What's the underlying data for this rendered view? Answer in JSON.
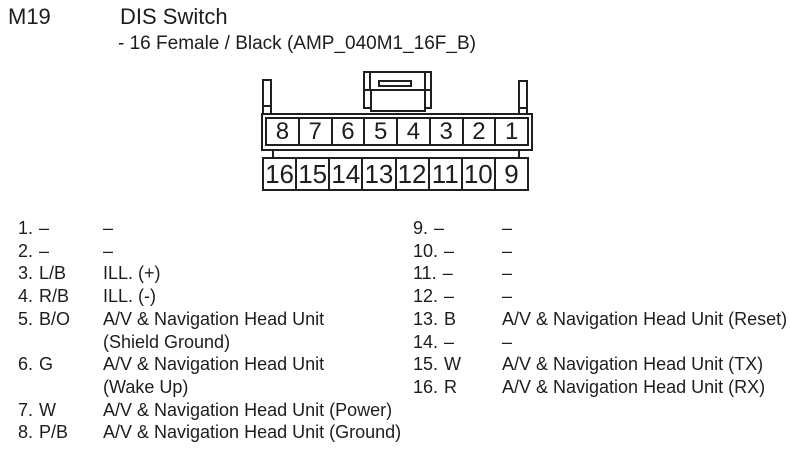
{
  "header": {
    "id": "M19",
    "title": "DIS Switch",
    "subtitle": "- 16 Female / Black (AMP_040M1_16F_B)"
  },
  "colors": {
    "ink": "#1f1f1f",
    "background": "#ffffff"
  },
  "connector": {
    "type": "16 pin female connector, two rows",
    "top_row": [
      "8",
      "7",
      "6",
      "5",
      "4",
      "3",
      "2",
      "1"
    ],
    "bottom_row": [
      "16",
      "15",
      "14",
      "13",
      "12",
      "11",
      "10",
      "9"
    ]
  },
  "pins_left": [
    {
      "num": "1.",
      "color": "–",
      "desc": "–"
    },
    {
      "num": "2.",
      "color": "–",
      "desc": "–"
    },
    {
      "num": "3.",
      "color": "L/B",
      "desc": "ILL. (+)"
    },
    {
      "num": "4.",
      "color": "R/B",
      "desc": "ILL. (-)"
    },
    {
      "num": "5.",
      "color": "B/O",
      "desc": "A/V & Navigation Head Unit",
      "desc2": "(Shield Ground)"
    },
    {
      "num": "6.",
      "color": "G",
      "desc": "A/V & Navigation Head Unit",
      "desc2": "(Wake Up)"
    },
    {
      "num": "7.",
      "color": "W",
      "desc": "A/V & Navigation Head Unit (Power)"
    },
    {
      "num": "8.",
      "color": "P/B",
      "desc": "A/V & Navigation Head Unit (Ground)"
    }
  ],
  "pins_right": [
    {
      "num": "9.",
      "color": "–",
      "desc": "–"
    },
    {
      "num": "10.",
      "color": "–",
      "desc": "–"
    },
    {
      "num": "11.",
      "color": "–",
      "desc": "–"
    },
    {
      "num": "12.",
      "color": "–",
      "desc": "–"
    },
    {
      "num": "13.",
      "color": "B",
      "desc": "A/V & Navigation Head Unit (Reset)"
    },
    {
      "num": "14.",
      "color": "–",
      "desc": "–"
    },
    {
      "num": "15.",
      "color": "W",
      "desc": "A/V & Navigation Head Unit (TX)"
    },
    {
      "num": "16.",
      "color": "R",
      "desc": "A/V & Navigation Head Unit (RX)"
    }
  ]
}
